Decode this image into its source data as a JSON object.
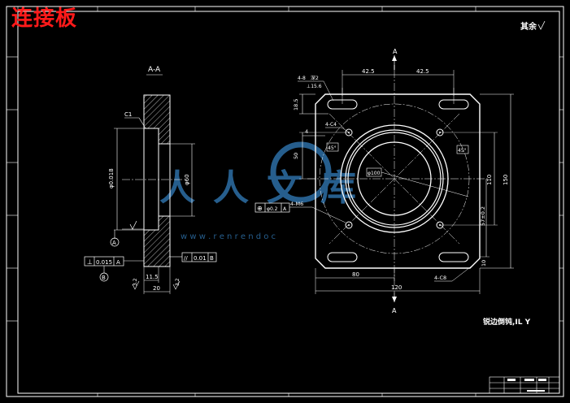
{
  "drawing": {
    "title": "连接板",
    "roughness_note": "其余",
    "tech_note": "锐边倒钝,IL Y",
    "section_label": "A-A",
    "section_arrow_label": "A",
    "watermark_text": "人人文库",
    "watermark_url": "w w w . r e n r e n d o c",
    "colors": {
      "background": "#000000",
      "line": "#ffffff",
      "title": "#ff1a1a",
      "watermark": "#2d6fa6"
    },
    "section_view": {
      "chamfer": "C1",
      "dia_big": "φ0.018",
      "dia_small": "φ60",
      "datum_a": "A",
      "datum_b": "B",
      "perp_tol": {
        "symbol": "⊥",
        "value": "0.015",
        "datum": "A"
      },
      "par_tol": {
        "symbol": "//",
        "value": "0.01",
        "datum": "B"
      },
      "thickness": "11.5",
      "width": "20",
      "rough_1": "3.2",
      "rough_2": "3.2"
    },
    "plan_view": {
      "slot_note": "4-8",
      "slot_note_2": "深2",
      "slot_sub": "⊥15.6",
      "dim_top_left": "42.5",
      "dim_top_right": "42.5",
      "dim_left_top": "18.5",
      "chamfer_4c4": "4-C4",
      "dim_4": "4",
      "dim_50": "50",
      "angle_45_left": "45°",
      "angle_45_right": "45°",
      "dia_100": "φ100",
      "pos_tol": {
        "symbol": "⊕",
        "value": "φ0.2",
        "datum": "A"
      },
      "hole_note": "4-M6",
      "dim_110": "110",
      "dim_150": "150",
      "dim_tol": "57±0.2",
      "dim_10": "10",
      "dim_80": "80",
      "dim_120": "120",
      "chamfer_4c8": "4-C8"
    }
  }
}
